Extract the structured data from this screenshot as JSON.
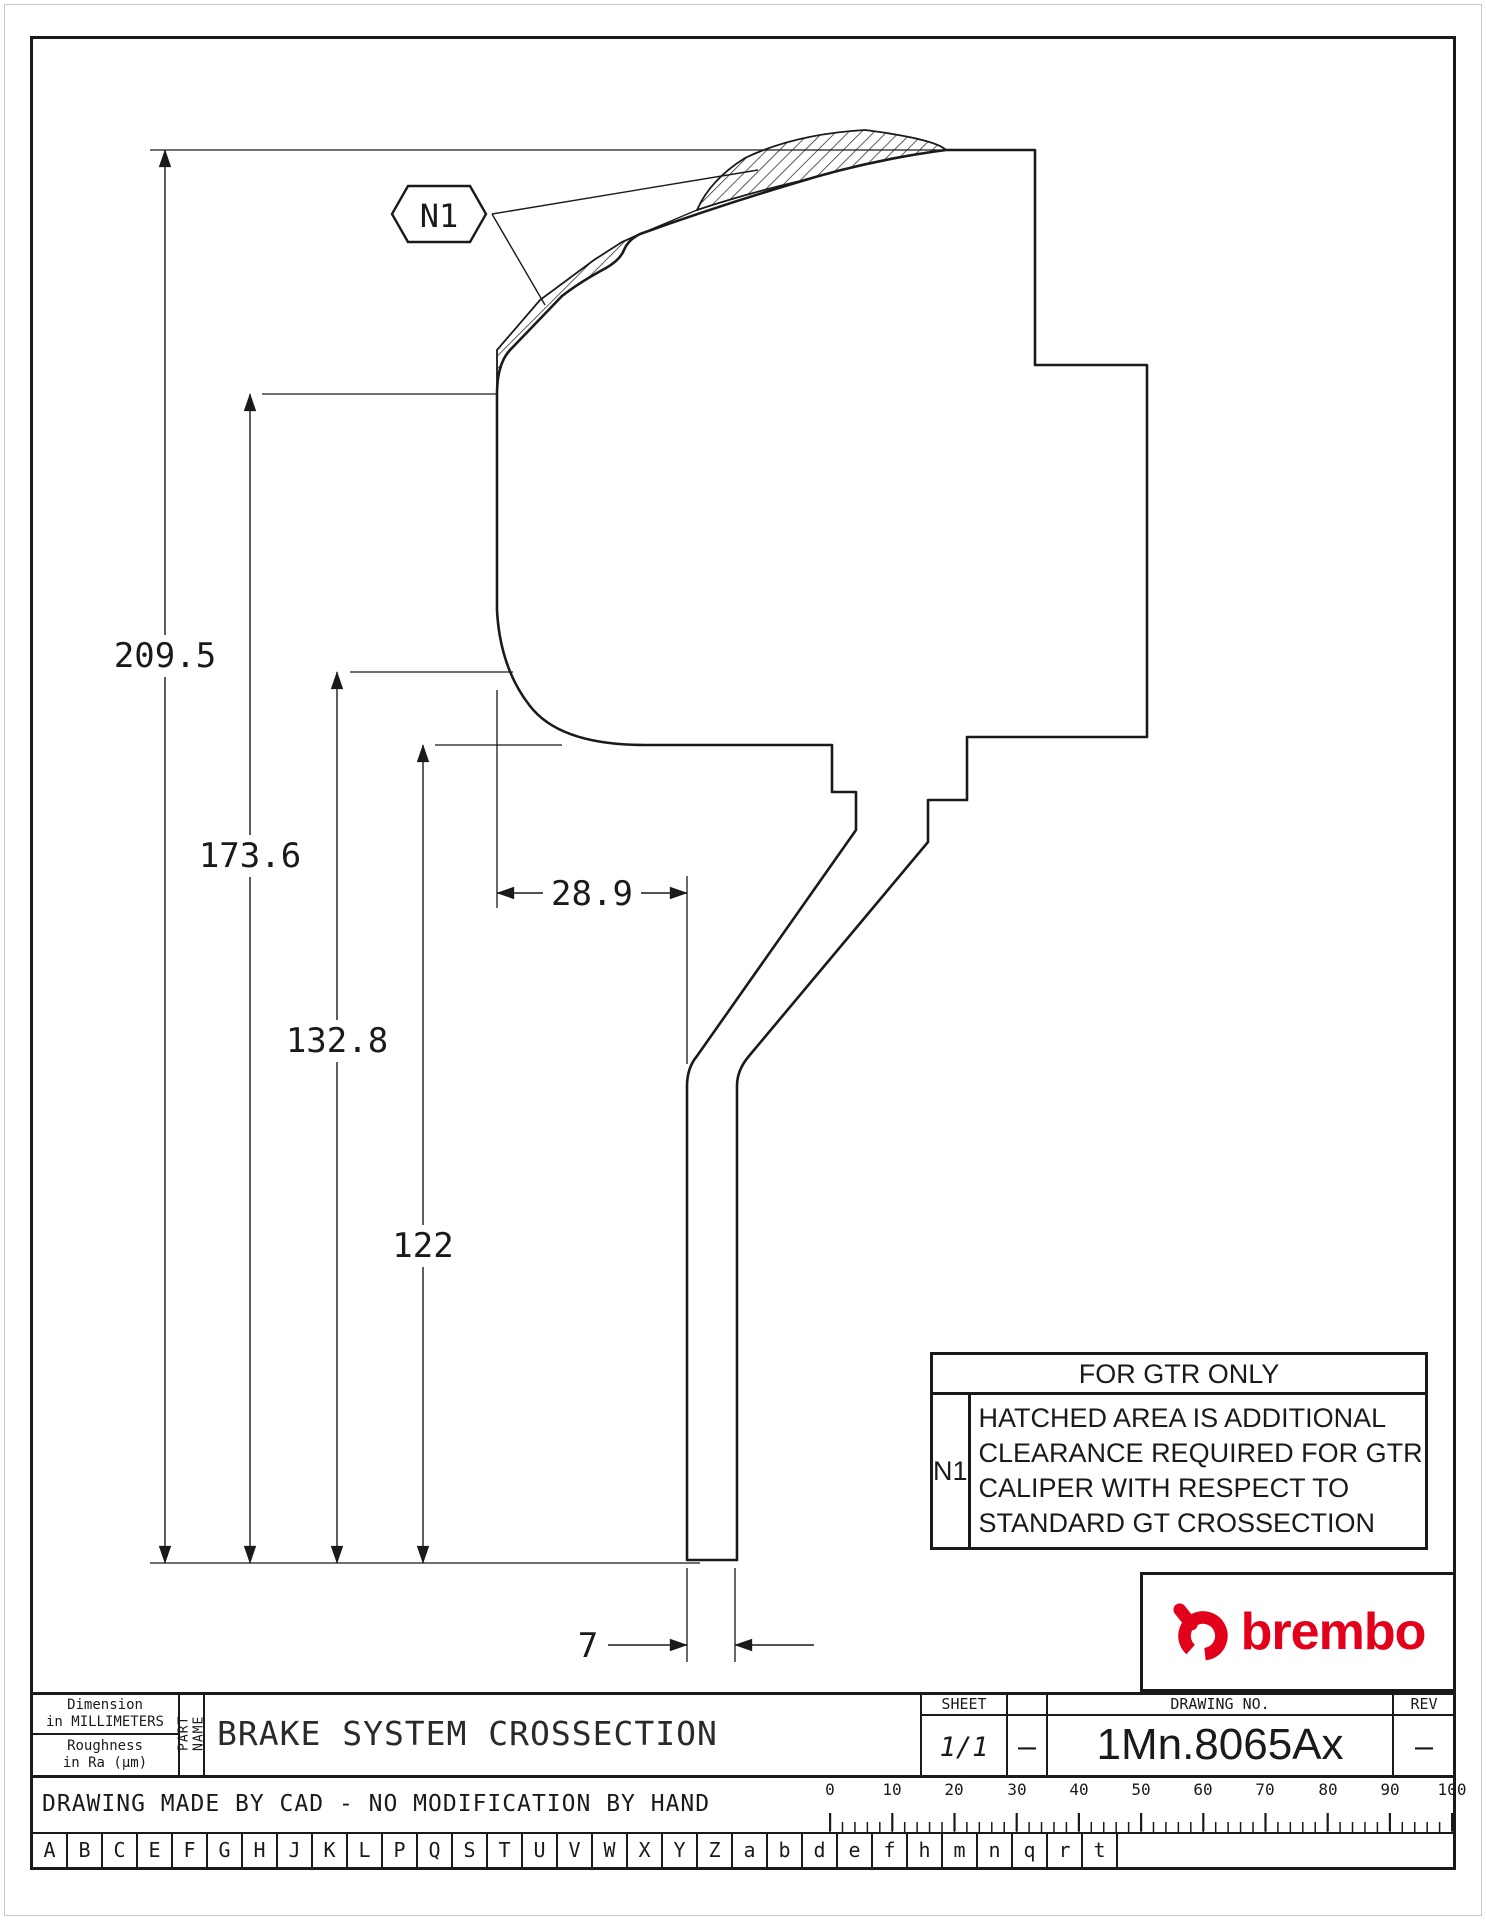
{
  "colors": {
    "line": "#1a1a1a",
    "brand_red": "#e2001a"
  },
  "drawing": {
    "callout": {
      "label": "N1"
    },
    "dim_209_5": "209.5",
    "dim_173_6": "173.6",
    "dim_132_8": "132.8",
    "dim_122": "122",
    "dim_28_9": "28.9",
    "dim_7": "7"
  },
  "note_table": {
    "header": "FOR GTR ONLY",
    "ref": "N1",
    "line1": "HATCHED AREA IS ADDITIONAL",
    "line2": "CLEARANCE REQUIRED FOR GTR",
    "line3": "CALIPER WITH RESPECT TO",
    "line4": "STANDARD GT CROSSECTION"
  },
  "logo": {
    "brand": "brembo"
  },
  "title_block": {
    "units_line1": "Dimension",
    "units_line2": "in MILLIMETERS",
    "roughness_line1": "Roughness",
    "roughness_line2": "in Ra (µm)",
    "part_name_label": "PART NAME",
    "part_name": "BRAKE SYSTEM CROSSECTION",
    "sheet_label": "SHEET",
    "sheet_value": "1/1",
    "spare_value": "–",
    "drawing_no_label": "DRAWING NO.",
    "drawing_no": "1Mn.8065Ax",
    "rev_label": "REV",
    "rev_value": "–",
    "cad_note": "DRAWING MADE BY CAD - NO MODIFICATION BY HAND",
    "ruler_ticks": [
      "0",
      "10",
      "20",
      "30",
      "40",
      "50",
      "60",
      "70",
      "80",
      "90",
      "100"
    ]
  },
  "reference_letters": [
    "A",
    "B",
    "C",
    "E",
    "F",
    "G",
    "H",
    "J",
    "K",
    "L",
    "P",
    "Q",
    "S",
    "T",
    "U",
    "V",
    "W",
    "X",
    "Y",
    "Z",
    "a",
    "b",
    "d",
    "e",
    "f",
    "h",
    "m",
    "n",
    "q",
    "r",
    "t"
  ]
}
